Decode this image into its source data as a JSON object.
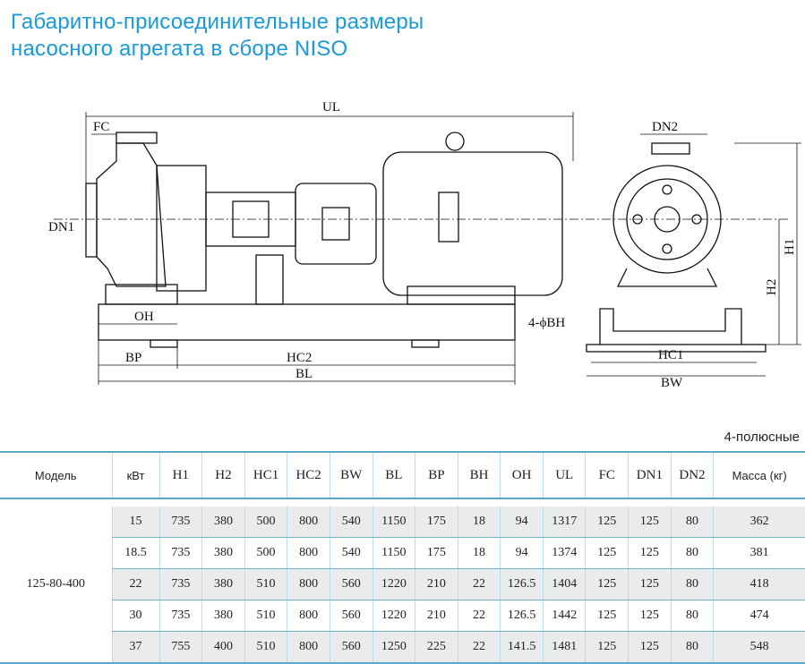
{
  "title": {
    "line1": "Габаритно-присоединительные размеры",
    "line2": "насосного агрегата в сборе NISO"
  },
  "drawing": {
    "labels": {
      "UL": "UL",
      "FC": "FC",
      "DN1": "DN1",
      "DN2": "DN2",
      "OH": "OH",
      "BP": "BP",
      "HC2": "HC2",
      "BL": "BL",
      "BH": "4-ϕBH",
      "HC1": "HC1",
      "BW": "BW",
      "H1": "H1",
      "H2": "H2"
    }
  },
  "table": {
    "caption": "4-полюсные",
    "headers": [
      "Модель",
      "кВт",
      "H1",
      "H2",
      "HC1",
      "HC2",
      "BW",
      "BL",
      "BP",
      "BH",
      "OH",
      "UL",
      "FC",
      "DN1",
      "DN2",
      "Масса (кг)"
    ],
    "model": "125-80-400",
    "rows": [
      [
        "15",
        "735",
        "380",
        "500",
        "800",
        "540",
        "1150",
        "175",
        "18",
        "94",
        "1317",
        "125",
        "125",
        "80",
        "362"
      ],
      [
        "18.5",
        "735",
        "380",
        "500",
        "800",
        "540",
        "1150",
        "175",
        "18",
        "94",
        "1374",
        "125",
        "125",
        "80",
        "381"
      ],
      [
        "22",
        "735",
        "380",
        "510",
        "800",
        "560",
        "1220",
        "210",
        "22",
        "126.5",
        "1404",
        "125",
        "125",
        "80",
        "418"
      ],
      [
        "30",
        "735",
        "380",
        "510",
        "800",
        "560",
        "1220",
        "210",
        "22",
        "126.5",
        "1442",
        "125",
        "125",
        "80",
        "474"
      ],
      [
        "37",
        "755",
        "400",
        "510",
        "800",
        "560",
        "1250",
        "225",
        "22",
        "141.5",
        "1481",
        "125",
        "125",
        "80",
        "548"
      ]
    ]
  }
}
